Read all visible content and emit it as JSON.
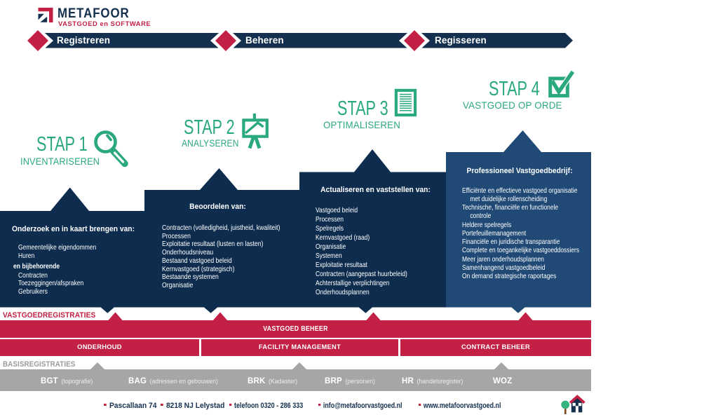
{
  "logo": {
    "title": "METAFOOR",
    "subtitle": "VASTGOED en SOFTWARE"
  },
  "header": {
    "phases": [
      {
        "label": "Registreren"
      },
      {
        "label": "Beheren"
      },
      {
        "label": "Regisseren"
      }
    ]
  },
  "steps": [
    {
      "title": "STAP 1",
      "subtitle": "INVENTARISEREN",
      "icon": "magnifier-icon",
      "heading": "Onderzoek en in kaart brengen van:",
      "items": [
        "Gemeentelijke eigendommen",
        "Huren"
      ],
      "subheading": "en bijbehorende",
      "items2": [
        "Contracten",
        "Toezeggingen/afspraken",
        "Gebruikers"
      ]
    },
    {
      "title": "STAP 2",
      "subtitle": "ANALYSEREN",
      "icon": "easel-chart-icon",
      "heading": "Beoordelen van:",
      "items": [
        "Contracten (volledigheid, juistheid, kwaliteit)",
        "Processen",
        "Exploitatie resultaat (lusten en lasten)",
        "Onderhoudsniveau",
        "Bestaand vastgoed beleid",
        "Kernvastgoed (strategisch)",
        "Bestaande systemen",
        "Organisatie"
      ]
    },
    {
      "title": "STAP 3",
      "subtitle": "OPTIMALISEREN",
      "icon": "document-icon",
      "heading": "Actualiseren en vaststellen van:",
      "items": [
        "Vastgoed beleid",
        "Processen",
        "Spelregels",
        "Kernvastgoed (raad)",
        "Organisatie",
        "Systemen",
        "Exploitatie resultaat",
        "Contracten (aangepast huurbeleid)",
        "Achterstallige verplichtingen",
        "Onderhoudsplannen"
      ]
    },
    {
      "title": "STAP 4",
      "subtitle": "VASTGOED OP ORDE",
      "icon": "checkbox-checked-icon",
      "heading": "Professioneel Vastgoedbedrijf:",
      "items": [
        "Efficiënte en effectieve vastgoed organisatie\nmet duidelijke rollenscheiding",
        "Technische, financiële en functionele\ncontrole",
        "Heldere spelregels",
        "Portefeuillemanagement",
        "Financiële en juridische transparantie",
        "Complete en toegankelijke vastgoeddossiers",
        "Meer jaren onderhoudsplannen",
        "Samenhangend vastgoedbeleid",
        "On demand strategische raportages"
      ]
    }
  ],
  "registrations": {
    "label": "VASTGOEDREGISTRATIES",
    "main_bar": "VASTGOED BEHEER",
    "segments": [
      "ONDERHOUD",
      "FACILITY MANAGEMENT",
      "CONTRACT BEHEER"
    ]
  },
  "base_registrations": {
    "label": "BASISREGISTRATIES",
    "items": [
      {
        "code": "BGT",
        "desc": "(topografie)"
      },
      {
        "code": "BAG",
        "desc": "(adressen en gebouwen)"
      },
      {
        "code": "BRK",
        "desc": "(Kadaster)"
      },
      {
        "code": "BRP",
        "desc": "(personen)"
      },
      {
        "code": "HR",
        "desc": "(handelsregister)"
      },
      {
        "code": "WOZ",
        "desc": ""
      }
    ]
  },
  "footer": {
    "items": [
      "Pascallaan 74",
      "8218 NJ Lelystad",
      "telefoon 0320 - 286 333",
      "info@metafoorvastgoed.nl",
      "www.metafoorvastgoed.nl"
    ]
  },
  "colors": {
    "navy": "#14304e",
    "box_navy": "#0e2d4e",
    "box_steel_blue": "#204a75",
    "red": "#c32045",
    "green": "#2aa87e",
    "gray_bar": "#a6a6a6",
    "gray_text": "#9b9b9b",
    "tree_green": "#36b37e",
    "trunk_brown": "#7b4a21"
  }
}
